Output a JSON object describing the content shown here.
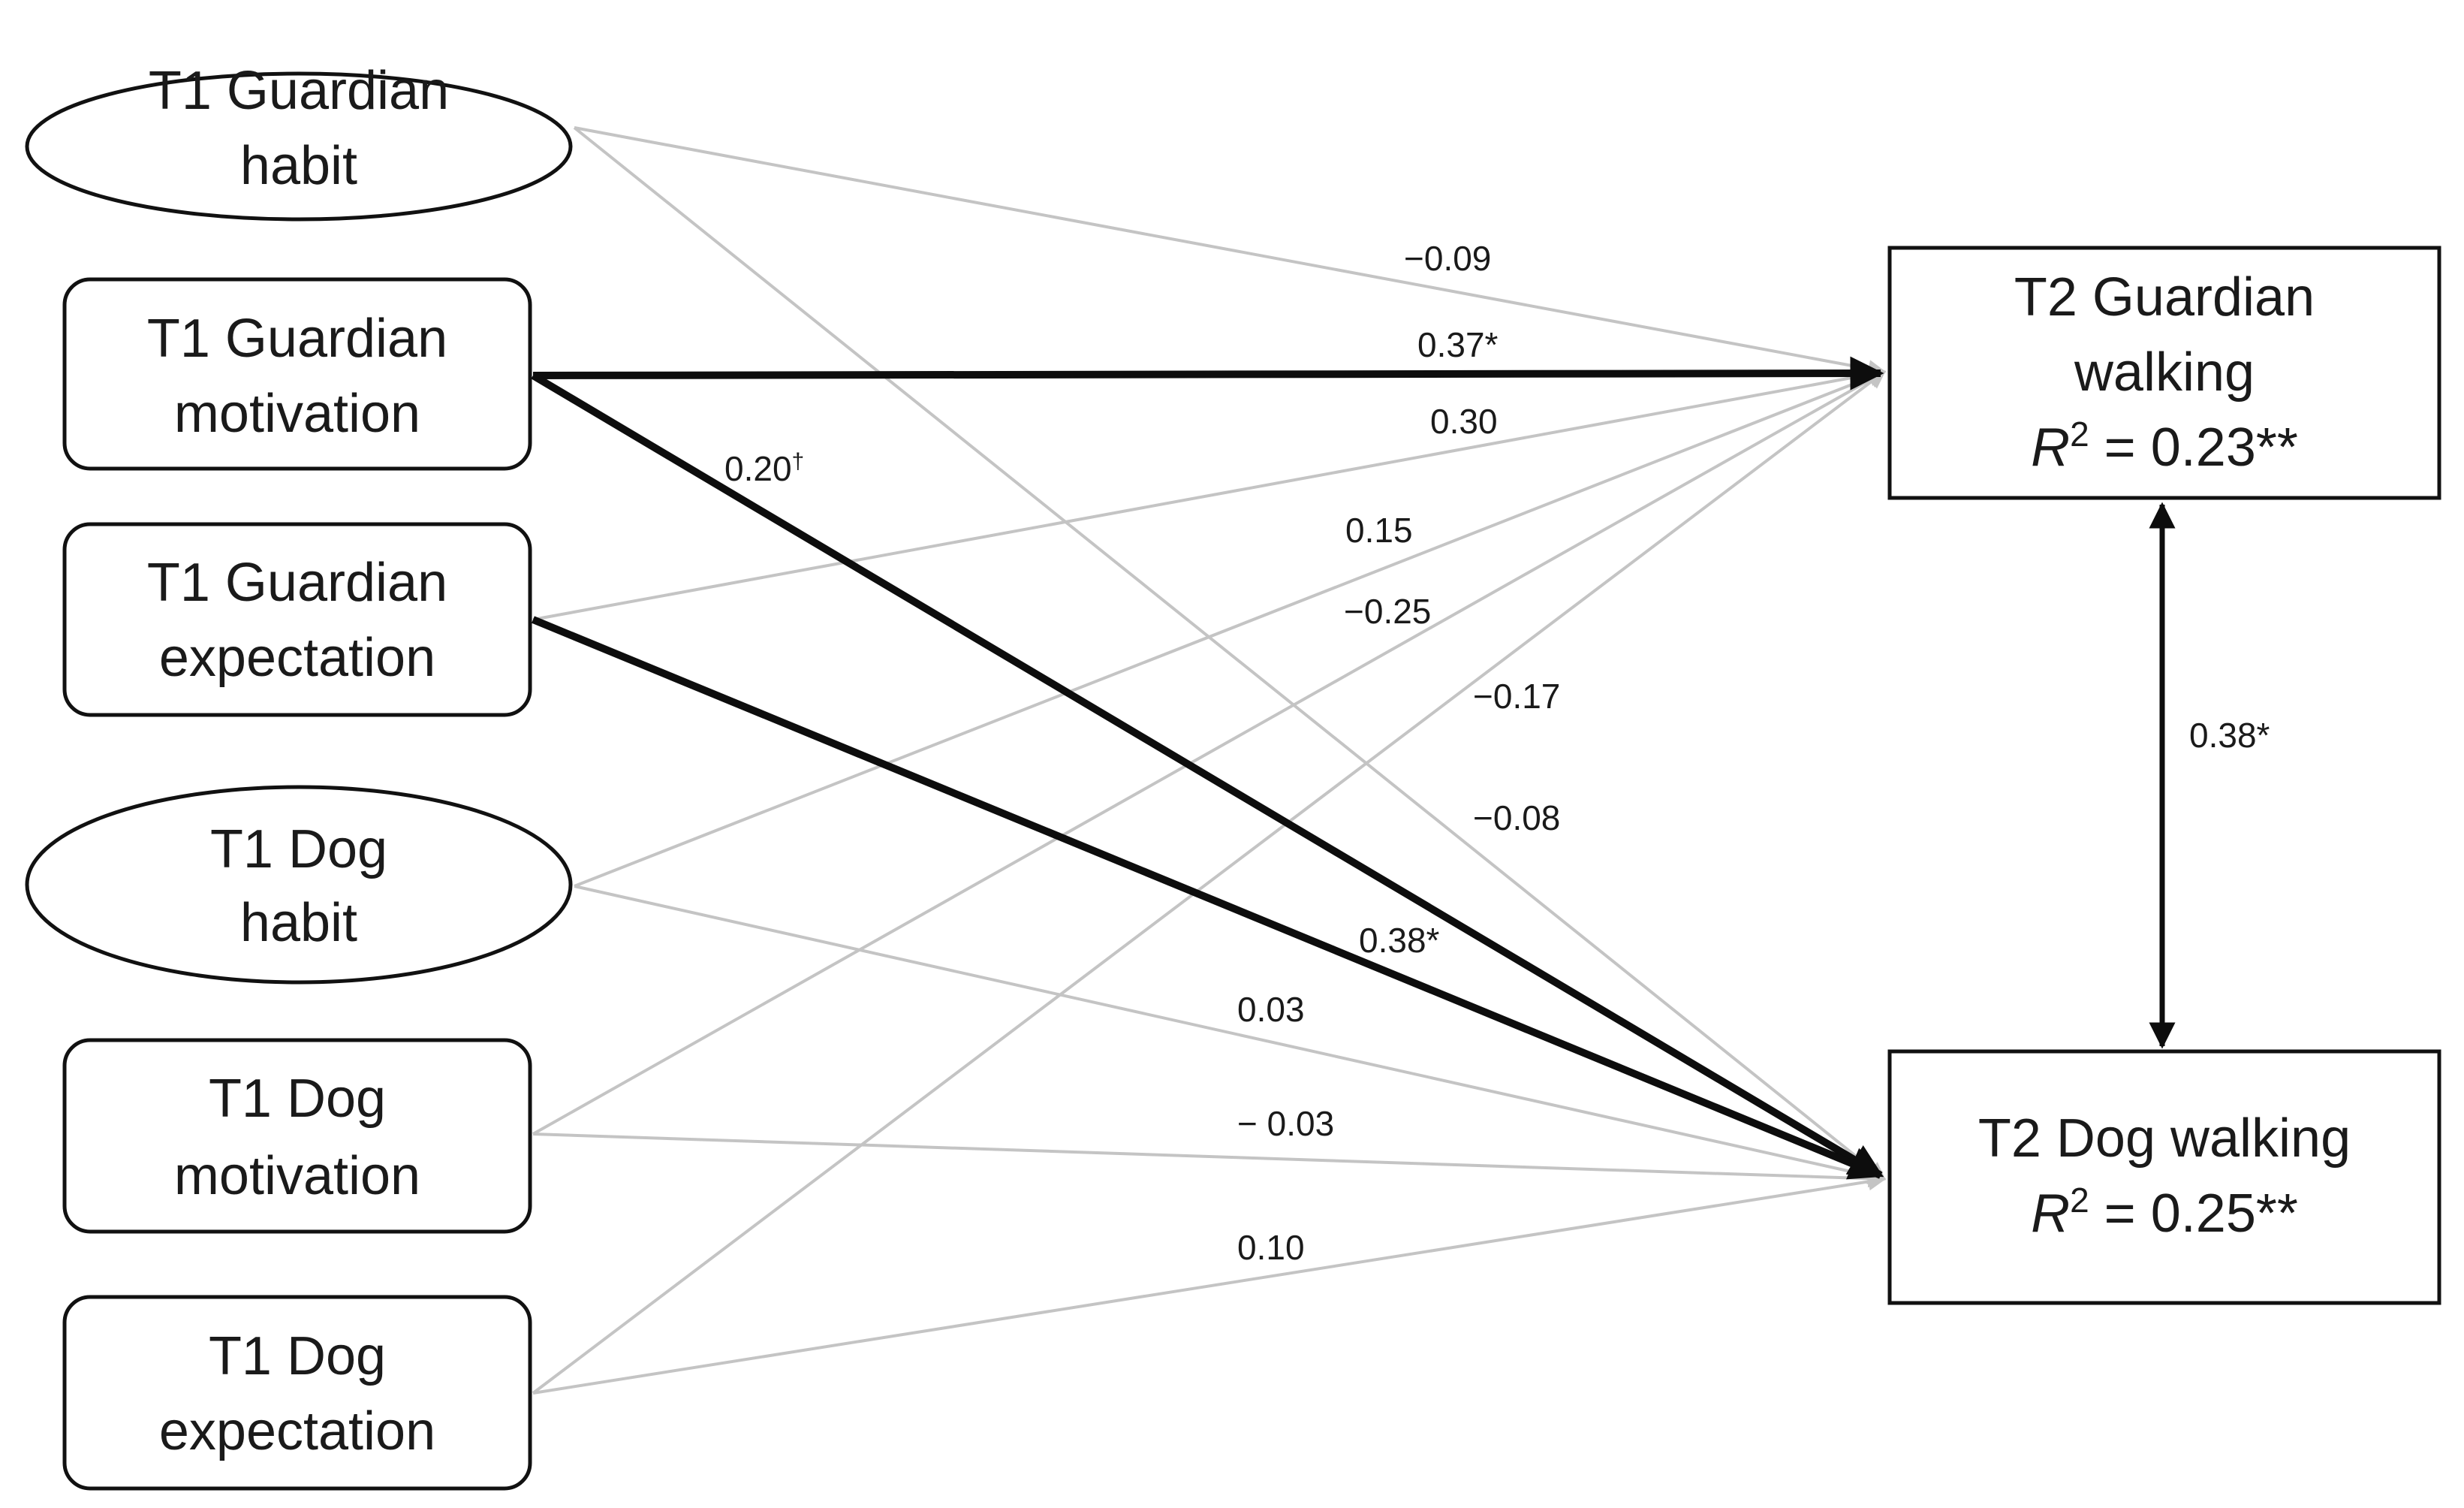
{
  "predictors": {
    "guardian_habit": {
      "line1": "T1 Guardian",
      "line2": "habit"
    },
    "guardian_motivation": {
      "line1": "T1 Guardian",
      "line2": "motivation"
    },
    "guardian_expectation": {
      "line1": "T1 Guardian",
      "line2": "expectation"
    },
    "dog_habit": {
      "line1": "T1 Dog",
      "line2": "habit"
    },
    "dog_motivation": {
      "line1": "T1 Dog",
      "line2": "motivation"
    },
    "dog_expectation": {
      "line1": "T1 Dog",
      "line2": "expectation"
    }
  },
  "outcomes": {
    "guardian_walking": {
      "line1": "T2 Guardian",
      "line2": "walking",
      "r2_italic": "R",
      "r2_sup": "2",
      "r2_value": " = 0.23**"
    },
    "dog_walking": {
      "line1": "T2 Dog walking",
      "r2_italic": "R",
      "r2_sup": "2",
      "r2_value": " = 0.25**"
    }
  },
  "coefficients": {
    "gh_to_gw": "−0.09",
    "gm_to_gw": "0.37*",
    "ge_to_gw": "0.30",
    "dh_to_gw": "0.15",
    "dm_to_gw": "−0.25",
    "de_to_gw": "−0.17",
    "gh_to_dw": "−0.08",
    "gm_to_dw": "0.20",
    "gm_to_dw_mark": "†",
    "ge_to_dw": "0.38*",
    "dh_to_dw": "0.03",
    "dm_to_dw": "− 0.03",
    "de_to_dw": "0.10",
    "covariance": "0.38*"
  },
  "colors": {
    "nonsignificant_path": "#c4c4c4",
    "significant_path": "#0d0d0d"
  }
}
